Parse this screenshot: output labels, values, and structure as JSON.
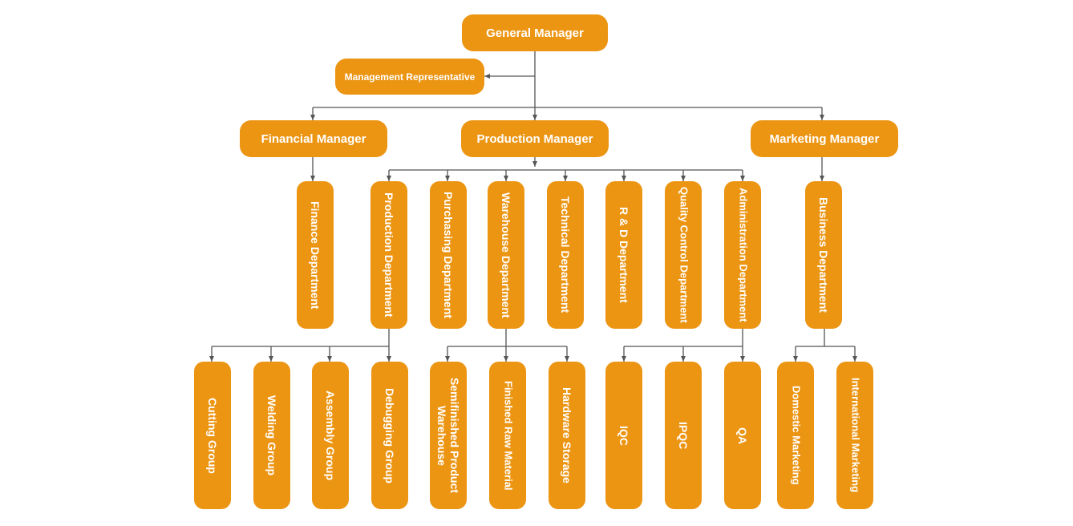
{
  "diagram": {
    "general_manager": "General Manager",
    "management_representative": "Management Representative",
    "financial_manager": "Financial Manager",
    "production_manager": "Production Manager",
    "marketing_manager": "Marketing Manager",
    "departments": {
      "finance": "Finance  Department",
      "production": "Production Department",
      "purchasing": "Purchasing Department",
      "warehouse": "Warehouse Department",
      "technical": "Technical Department",
      "rd": "R & D Department",
      "quality_control": "Quality Control Department",
      "administration": "Administration Department",
      "business": "Business Department"
    },
    "groups": {
      "cutting": "Cutting Group",
      "welding": "Welding Group",
      "assembly": "Assembly Group",
      "debugging": "Debugging Group",
      "semifinished": "Semifinished Product Warehouse",
      "finished_raw": "Finished Raw Material",
      "hardware": "Hardware Storage",
      "iqc": "IQC",
      "ipqc": "IPQC",
      "qa": "QA",
      "domestic": "Domestic Marketing",
      "international": "International Marketing"
    },
    "colors": {
      "box": "#ec9513",
      "line": "#555555",
      "text": "#ffffff"
    }
  }
}
